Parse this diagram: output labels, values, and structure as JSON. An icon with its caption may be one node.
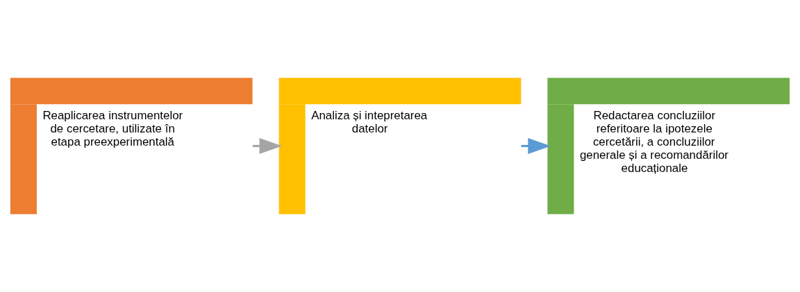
{
  "diagram": {
    "nodes": [
      {
        "text": [
          "Reaplicarea instrumentelor de cercetare, utilizate în etapa preexperimentală"
        ]
      },
      {
        "text": [
          "Analiza și intepretarea datelor"
        ]
      },
      {
        "text": [
          "Redactarea concluziilor referitoare la ipotezele cercetării, a concluziilor generale și a recomandărilor educaționale"
        ]
      }
    ],
    "edges": [
      {
        "from": 0,
        "to": 1,
        "arrow": "to",
        "color": "#a5a5a5"
      },
      {
        "from": 1,
        "to": 2,
        "arrow": "to",
        "color": "#5b9bd5"
      }
    ]
  }
}
